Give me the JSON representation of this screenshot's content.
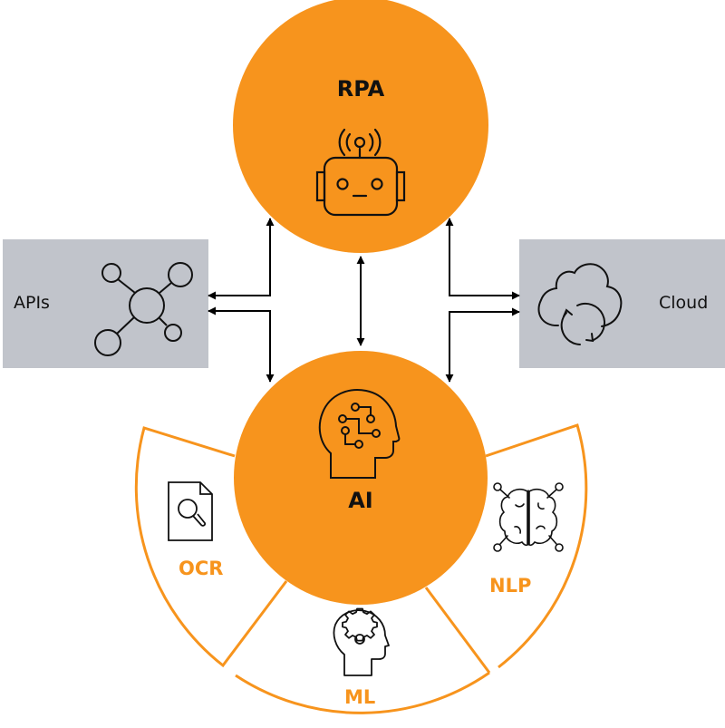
{
  "colors": {
    "accent": "#f7941d",
    "box": "#c1c4cb",
    "ink": "#111111"
  },
  "nodes": {
    "rpa": {
      "label": "RPA",
      "icon": "robot-icon"
    },
    "ai": {
      "label": "AI",
      "icon": "ai-head-circuit-icon"
    },
    "apis": {
      "label": "APIs",
      "icon": "network-nodes-icon"
    },
    "cloud": {
      "label": "Cloud",
      "icon": "cloud-sync-icon"
    }
  },
  "segments": [
    {
      "label": "OCR",
      "icon": "document-search-icon"
    },
    {
      "label": "ML",
      "icon": "head-gear-icon"
    },
    {
      "label": "NLP",
      "icon": "brain-network-icon"
    }
  ],
  "connections": [
    {
      "from": "RPA",
      "to": "AI",
      "type": "bidirectional"
    },
    {
      "from": "RPA",
      "to": "APIs",
      "type": "directed"
    },
    {
      "from": "AI",
      "to": "APIs",
      "type": "directed"
    },
    {
      "from": "RPA",
      "to": "Cloud",
      "type": "directed"
    },
    {
      "from": "AI",
      "to": "Cloud",
      "type": "directed"
    }
  ]
}
